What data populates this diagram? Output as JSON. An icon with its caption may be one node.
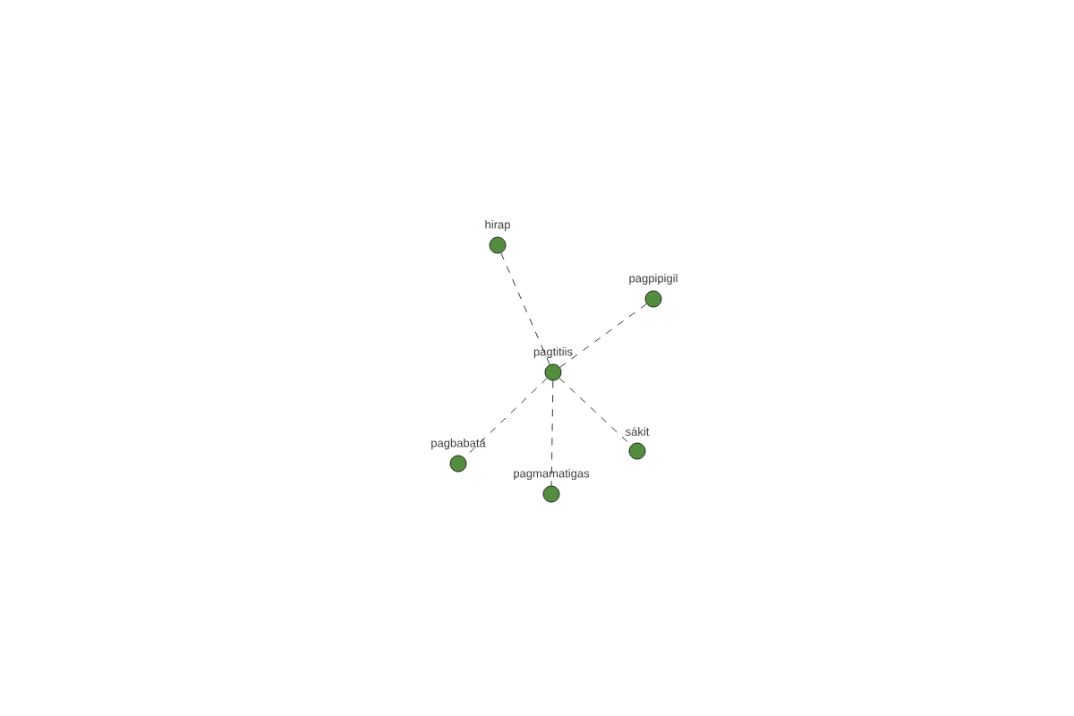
{
  "diagram": {
    "nodes": [
      {
        "text": [
          "pagtitiis"
        ]
      },
      {
        "text": [
          "hirap"
        ]
      },
      {
        "text": [
          "pagpipigil"
        ]
      },
      {
        "text": [
          "pagbabatá"
        ]
      },
      {
        "text": [
          "pagmamatigas"
        ]
      },
      {
        "text": [
          "sákit"
        ]
      }
    ],
    "edges": [
      {
        "from": 0,
        "to": 1,
        "arrow": "none",
        "style": "dashed"
      },
      {
        "from": 0,
        "to": 2,
        "arrow": "none",
        "style": "dashed"
      },
      {
        "from": 0,
        "to": 3,
        "arrow": "none",
        "style": "dashed"
      },
      {
        "from": 0,
        "to": 4,
        "arrow": "none",
        "style": "dashed"
      },
      {
        "from": 0,
        "to": 5,
        "arrow": "none",
        "style": "dashed"
      }
    ]
  }
}
